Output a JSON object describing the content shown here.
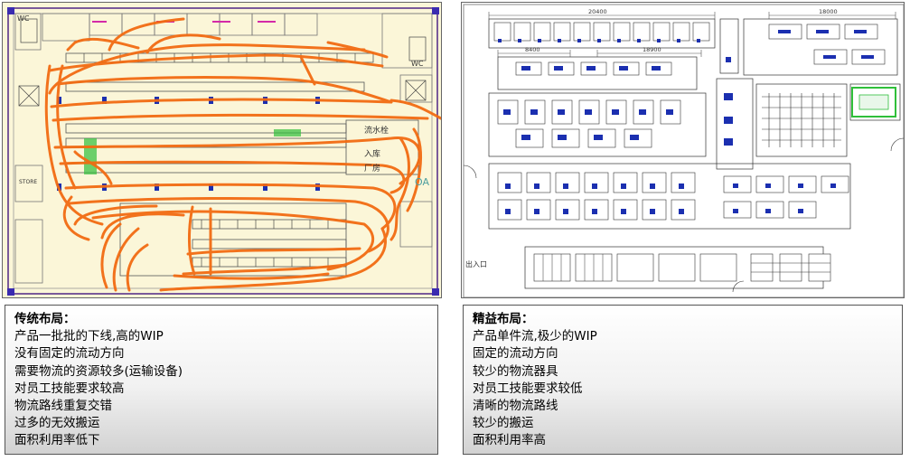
{
  "left_panel": {
    "plan_labels": [
      "WC",
      "WC",
      "流水栓",
      "入库",
      "OA",
      "STORE",
      "厂房"
    ],
    "title": "传统布局：",
    "points": [
      "产品一批批的下线,高的WIP",
      "没有固定的流动方向",
      "需要物流的资源较多(运输设备)",
      "对员工技能要求较高",
      "物流路线重复交错",
      "过多的无效搬运",
      "面积利用率低下"
    ]
  },
  "right_panel": {
    "plan_labels": [
      "20400",
      "18000",
      "8400",
      "18900",
      "出入口"
    ],
    "title": "精益布局：",
    "points": [
      "产品单件流,极少的WIP",
      "固定的流动方向",
      "较少的物流器具",
      "对员工技能要求较低",
      "清晰的物流路线",
      "较少的搬运",
      "面积利用率高"
    ]
  },
  "colors": {
    "flow_lines": "#f26b12",
    "plan_background": "#fbf6d8",
    "equipment_blue": "#1b2fb0",
    "highlight_magenta": "#d42aa8",
    "highlight_green": "#2fbf3a"
  }
}
